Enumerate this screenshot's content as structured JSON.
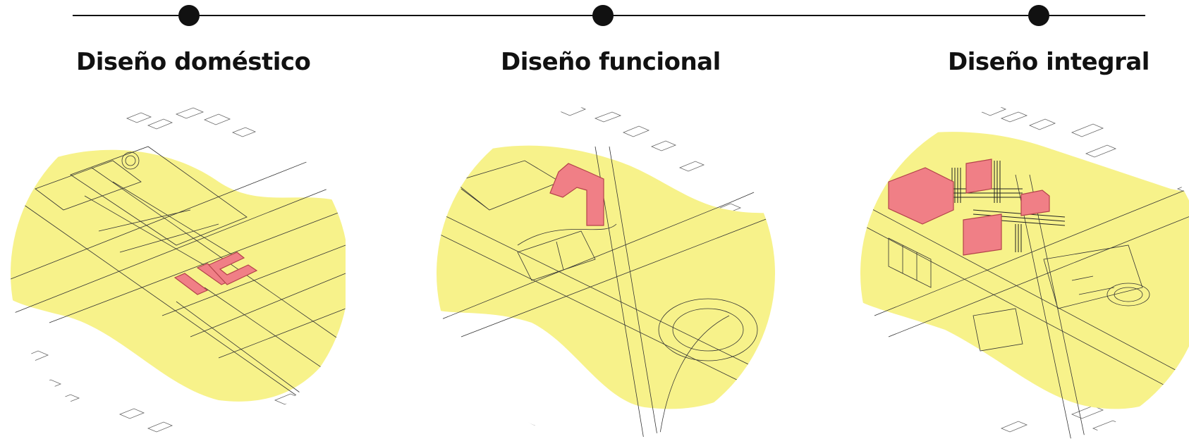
{
  "stages": [
    {
      "id": "domestico",
      "title": "Diseño doméstico"
    },
    {
      "id": "funcional",
      "title": "Diseño funcional"
    },
    {
      "id": "integral",
      "title": "Diseño integral"
    }
  ],
  "colors": {
    "highlight_area": "#f7f28a",
    "building": "#f07f86",
    "building_stroke": "#b3434a",
    "lines": "#333333",
    "timeline": "#111111"
  }
}
